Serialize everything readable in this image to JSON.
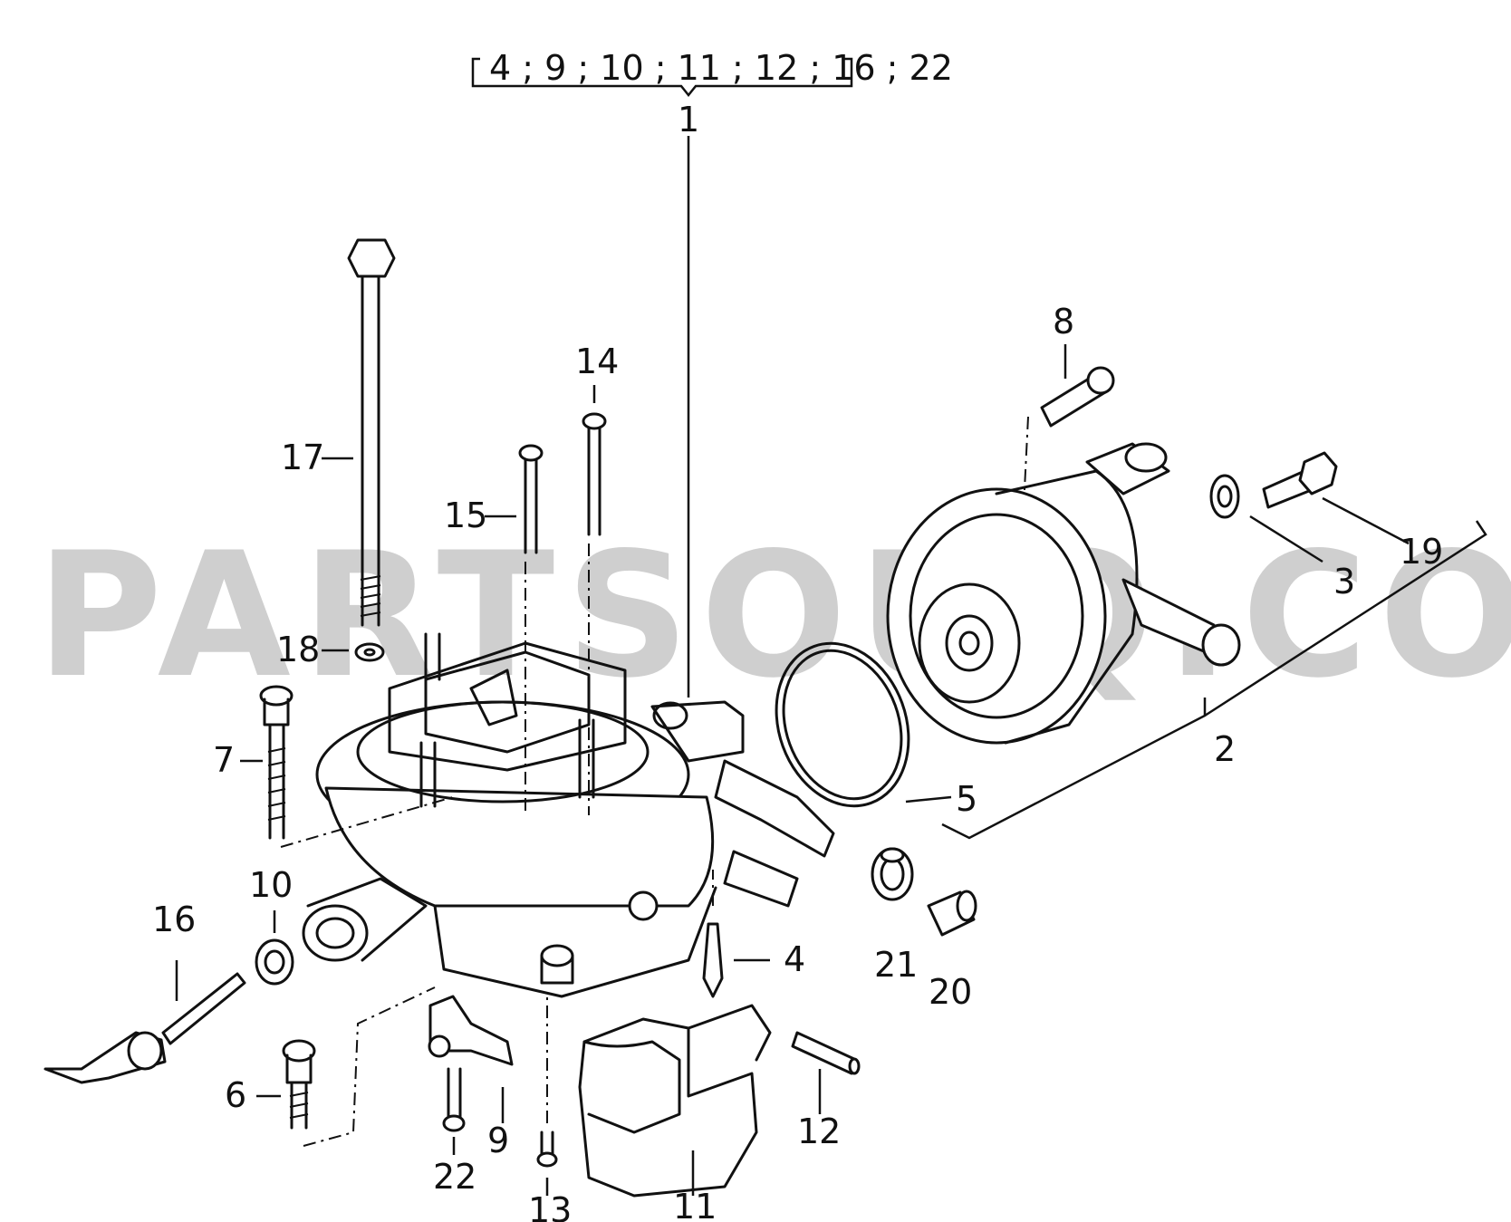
{
  "watermark": "PARTSOUQ.COM",
  "header_group": {
    "label": "4 ; 9 ; 10 ; 11 ; 12 ; 16 ; 22",
    "parent_callout": "1"
  },
  "callouts": {
    "c1": "1",
    "c2": "2",
    "c3": "3",
    "c4": "4",
    "c5": "5",
    "c6": "6",
    "c7": "7",
    "c8": "8",
    "c9": "9",
    "c10": "10",
    "c11": "11",
    "c12": "12",
    "c13": "13",
    "c14": "14",
    "c15": "15",
    "c16": "16",
    "c17": "17",
    "c18": "18",
    "c19": "19",
    "c20": "20",
    "c21": "21",
    "c22": "22"
  },
  "colors": {
    "line": "#111111",
    "watermark": "#cfcfcf",
    "background": "#ffffff"
  }
}
